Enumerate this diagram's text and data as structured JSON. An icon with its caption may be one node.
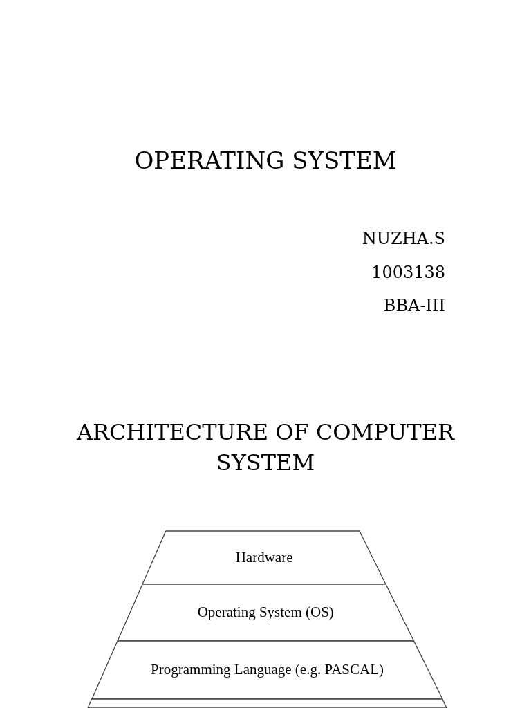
{
  "diagram": {
    "title": "ARCHITECTURE OF COMPUTER SYSTEM",
    "nodes": [
      {
        "text": [
          "Hardware"
        ]
      },
      {
        "text": [
          "Operating System (OS)"
        ]
      },
      {
        "text": [
          "Programming Language (e.g. PASCAL)"
        ]
      },
      {
        "text": [],
        "shape": "trapezoid"
      }
    ],
    "labels": [
      "OPERATING SYSTEM",
      "NUZHA.S",
      "1003138",
      "BBA-III"
    ]
  }
}
